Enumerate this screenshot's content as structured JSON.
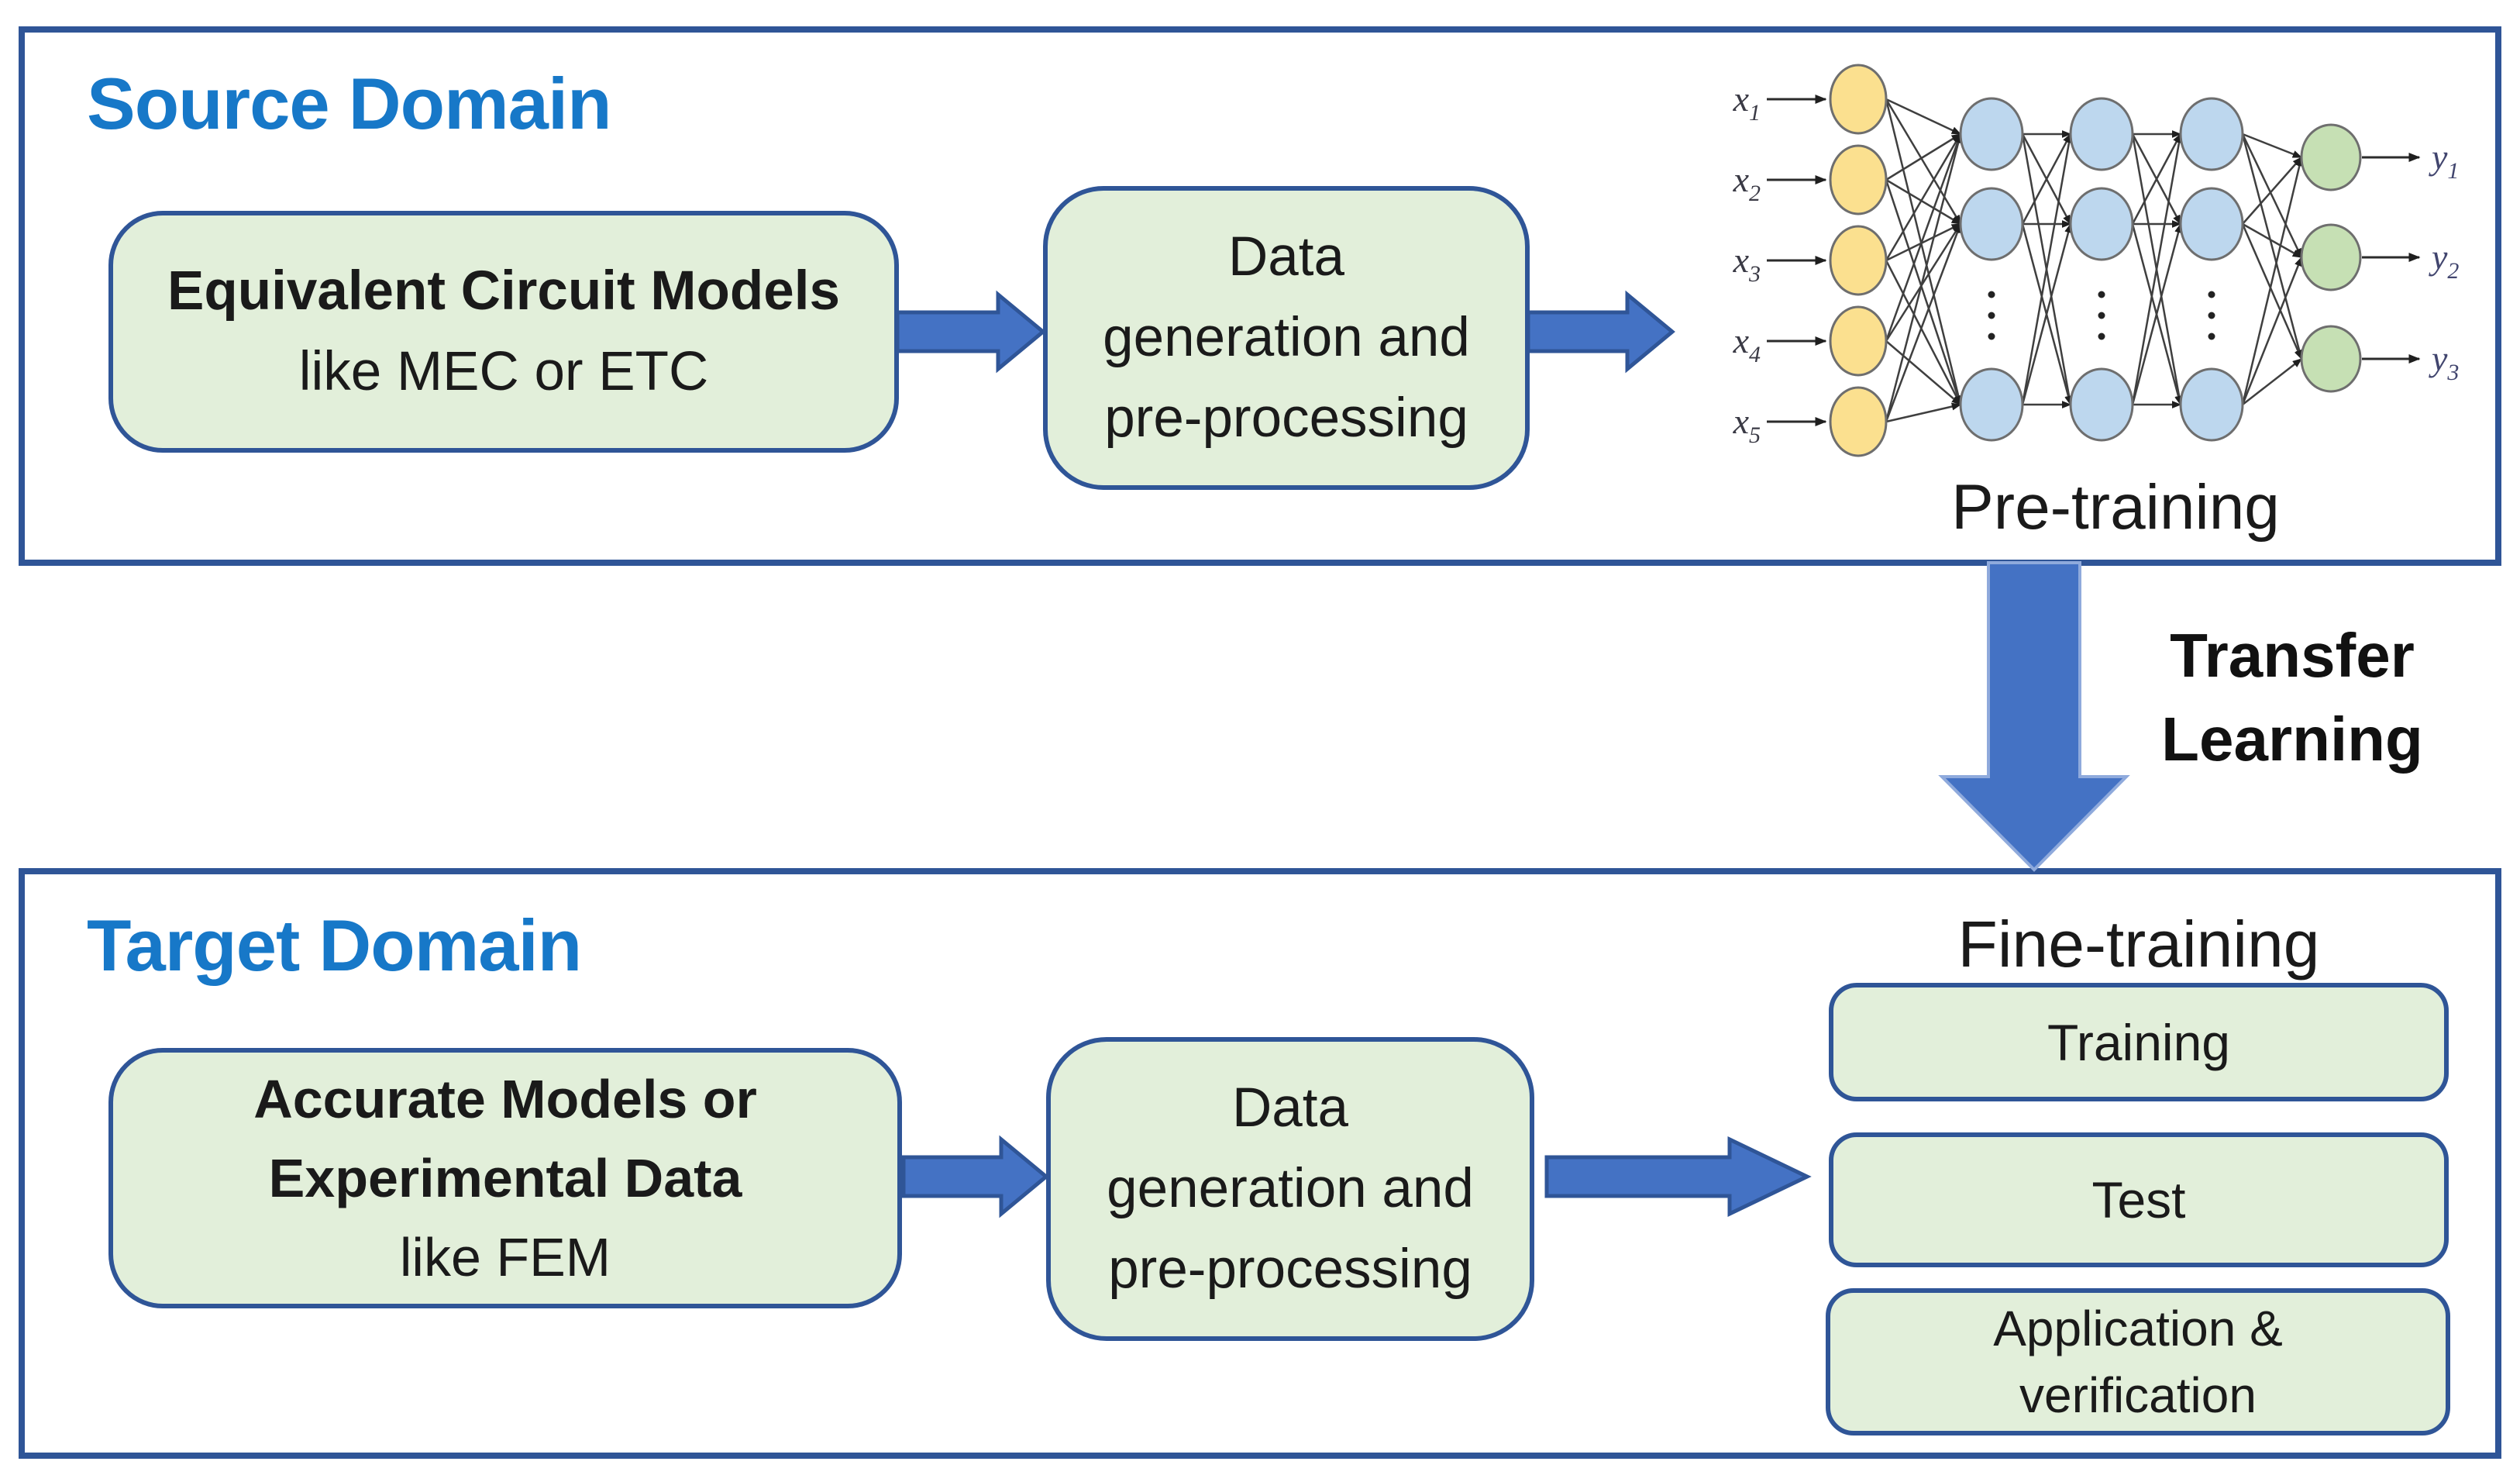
{
  "colors": {
    "accent_blue": "#1778C8",
    "border_navy": "#2F5597",
    "arrow_blue": "#4472C4",
    "box_green": "#E2EFDA",
    "node_input_yellow": "#FBE08F",
    "node_hidden_blue": "#BDD7EE",
    "node_output_green": "#C6E0B4"
  },
  "source_panel": {
    "title": "Source Domain",
    "model_box": {
      "line1": "Equivalent Circuit Models",
      "line2": "like MEC or ETC"
    },
    "datagen_box": {
      "line1": "Data",
      "line2": "generation and",
      "line3": "pre-processing"
    },
    "network": {
      "caption": "Pre-training",
      "inputs": [
        {
          "base": "x",
          "sub": "1"
        },
        {
          "base": "x",
          "sub": "2"
        },
        {
          "base": "x",
          "sub": "3"
        },
        {
          "base": "x",
          "sub": "4"
        },
        {
          "base": "x",
          "sub": "5"
        }
      ],
      "outputs": [
        {
          "base": "y",
          "sub": "1"
        },
        {
          "base": "y",
          "sub": "2"
        },
        {
          "base": "y",
          "sub": "3"
        }
      ]
    }
  },
  "transfer_arrow": {
    "line1": "Transfer",
    "line2": "Learning"
  },
  "target_panel": {
    "title": "Target Domain",
    "model_box": {
      "line1": "Accurate Models or",
      "line2": "Experimental Data",
      "line3": "like FEM"
    },
    "datagen_box": {
      "line1": "Data",
      "line2": "generation and",
      "line3": "pre-processing"
    },
    "fine_training": {
      "caption": "Fine-training",
      "training_box": {
        "line1": "Training"
      },
      "test_box": {
        "line1": "Test"
      },
      "application_box": {
        "line1": "Application &",
        "line2": "verification"
      }
    }
  }
}
